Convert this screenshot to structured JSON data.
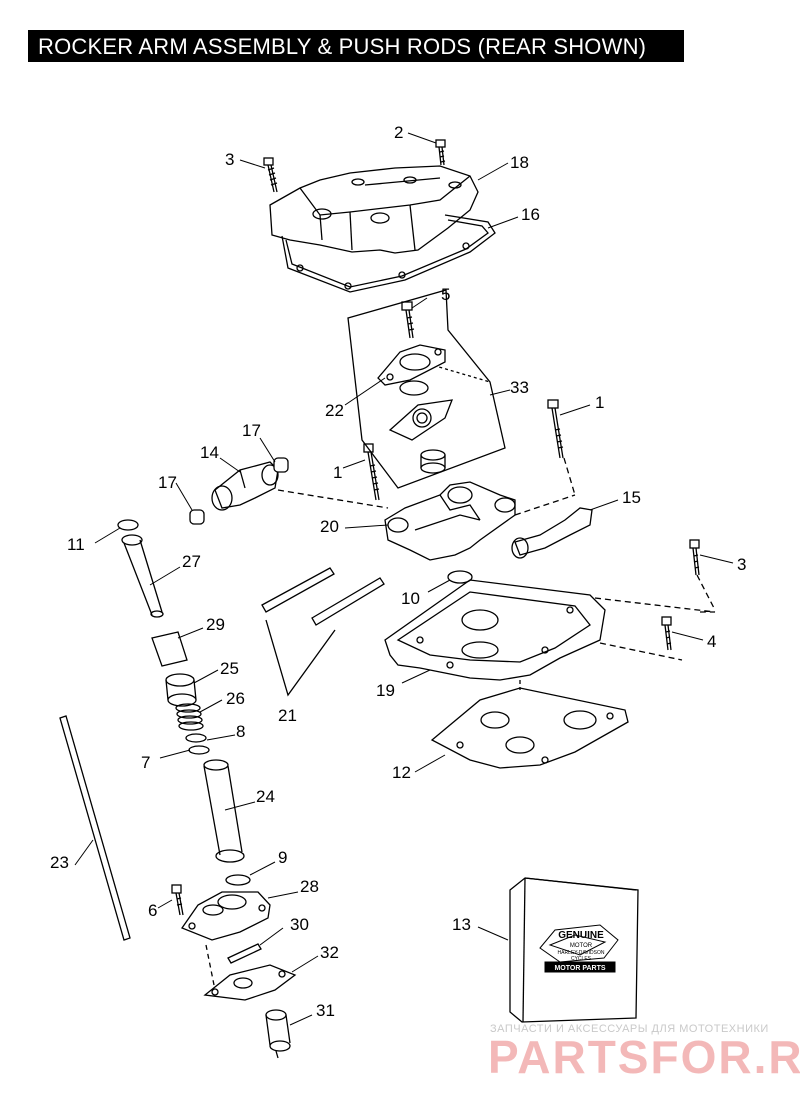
{
  "title": "ROCKER ARM ASSEMBLY & PUSH RODS (REAR SHOWN)",
  "callouts": {
    "c1a": "1",
    "c1b": "1",
    "c2": "2",
    "c3a": "3",
    "c3b": "3",
    "c4": "4",
    "c5": "5",
    "c6": "6",
    "c7": "7",
    "c8": "8",
    "c9": "9",
    "c10": "10",
    "c11": "11",
    "c12": "12",
    "c13": "13",
    "c14": "14",
    "c15": "15",
    "c16": "16",
    "c17a": "17",
    "c17b": "17",
    "c18": "18",
    "c19": "19",
    "c20": "20",
    "c21": "21",
    "c22": "22",
    "c23": "23",
    "c24": "24",
    "c25": "25",
    "c26": "26",
    "c27": "27",
    "c28": "28",
    "c29": "29",
    "c30": "30",
    "c31": "31",
    "c32": "32",
    "c33": "33"
  },
  "box_logo": {
    "top": "GENUINE",
    "motor": "MOTOR",
    "brand": "HARLEY-DAVIDSON",
    "cycles": "CYCLES",
    "bottom": "MOTOR PARTS"
  },
  "watermark": {
    "line1": "ЗАПЧАСТИ И АКСЕССУАРЫ ДЛЯ МОТОТЕХНИКИ",
    "line2": "PARTSFOR.RU"
  }
}
